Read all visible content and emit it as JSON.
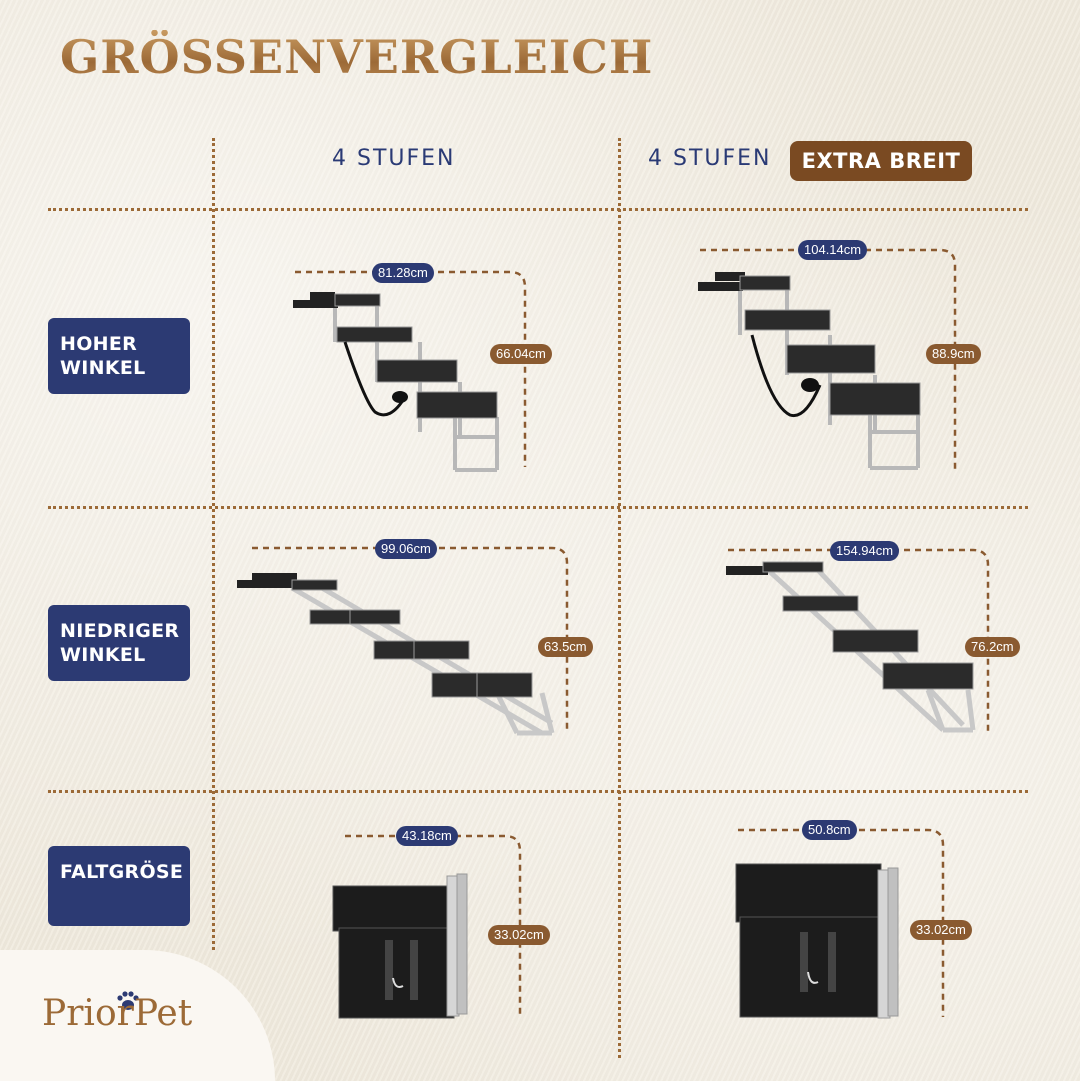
{
  "title": "GRÖSSENVERGLEICH",
  "columns": {
    "col1": "4 STUFEN",
    "col2": "4 STUFEN",
    "col2_badge": "EXTRA BREIT"
  },
  "rows": {
    "row1": "HOHER\nWINKEL",
    "row2": "NIEDRIGER\nWINKEL",
    "row3": "FALTGRÖSE"
  },
  "dims": {
    "r1c1": {
      "w": "81.28cm",
      "h": "66.04cm"
    },
    "r1c2": {
      "w": "104.14cm",
      "h": "88.9cm"
    },
    "r2c1": {
      "w": "99.06cm",
      "h": "63.5cm"
    },
    "r2c2": {
      "w": "154.94cm",
      "h": "76.2cm"
    },
    "r3c1": {
      "w": "43.18cm",
      "h": "33.02cm"
    },
    "r3c2": {
      "w": "50.8cm",
      "h": "33.02cm"
    }
  },
  "brand": "PriorPet",
  "colors": {
    "brand_brown": "#9c6a37",
    "navy": "#2c3a73",
    "badge_brown": "#7a4a22"
  }
}
